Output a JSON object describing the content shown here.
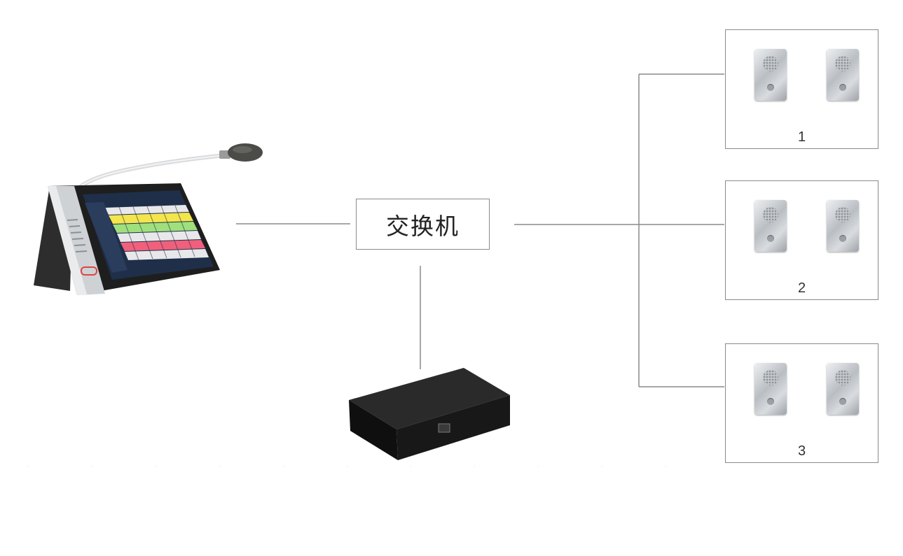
{
  "switch": {
    "label": "交换机"
  },
  "groups": [
    {
      "label": "1"
    },
    {
      "label": "2"
    },
    {
      "label": "3"
    }
  ],
  "colors": {
    "line": "#8a8a8a",
    "console_body": "#2b2b2b",
    "screen_bg": "#1f2f4a",
    "row_yellow": "#f4e54d",
    "row_green": "#9fe07d",
    "row_red": "#f0607c",
    "server_box": "#151515"
  },
  "icons": [
    "paging-console-icon",
    "microphone-icon",
    "server-box-icon",
    "intercom-terminal-icon"
  ]
}
